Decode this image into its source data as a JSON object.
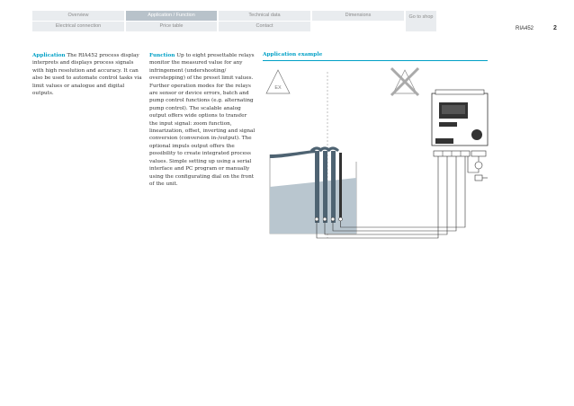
{
  "nav": {
    "row1": [
      "Overview",
      "Application / Function",
      "Technical data",
      "Dimensions"
    ],
    "row2": [
      "Electrical connection",
      "Price table",
      "Contact"
    ],
    "shop": "Go to shop"
  },
  "header": {
    "product": "RIA452",
    "page": "2"
  },
  "application": {
    "heading": "Application",
    "text": " The RIA452 process display interprets and displays process signals with high resolution and accuracy. It can also be used to automate control tasks via limit values or analogue and digital outputs."
  },
  "function": {
    "heading": "Function",
    "text": " Up to eight presettable relays monitor the measured value for any infringement (undershooting/ overstepping) of the preset limit values. Further operation modes for the relays are sensor or device errors, batch and pump control functions (e.g. alternating pump control). The scalable analog output offers wide options to transfer the input signal: zoom function, linearization, offset, inverting and signal conversion (conversion in-/output). The optional impuls output offers the possibility to create integrated process values. Simple setting up using a serial interface and PC program or manually using the configurating dial on the front of the unit."
  },
  "example": {
    "title": "Application example",
    "ex_label": "EX"
  },
  "colors": {
    "accent": "#00a0c6",
    "nav_active": "#b8c2ca",
    "nav_bg": "#e9ecef"
  }
}
